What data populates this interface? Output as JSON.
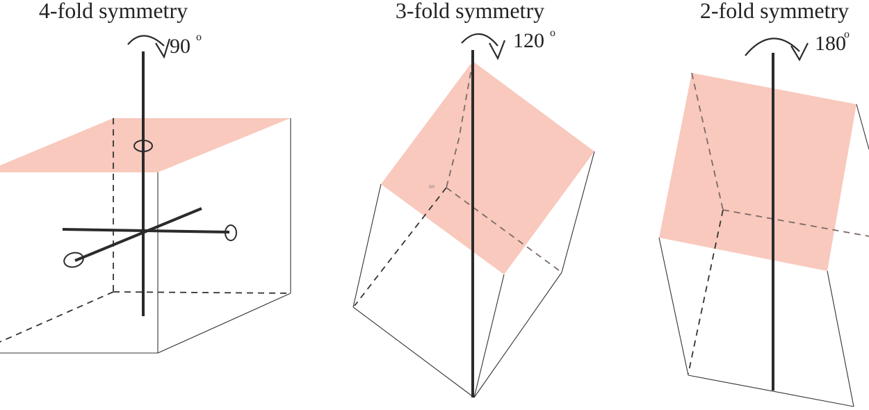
{
  "panels": [
    {
      "title": "4-fold symmetry",
      "angle_value": "90",
      "angle_superscript": "o"
    },
    {
      "title": "3-fold symmetry",
      "angle_value": "120",
      "angle_superscript": "o"
    },
    {
      "title": "2-fold symmetry",
      "angle_value": "180",
      "angle_superscript": "o"
    }
  ],
  "corner_label": "BR",
  "colors": {
    "face_fill": "#f9c9bd",
    "line": "#2b2b2b"
  }
}
